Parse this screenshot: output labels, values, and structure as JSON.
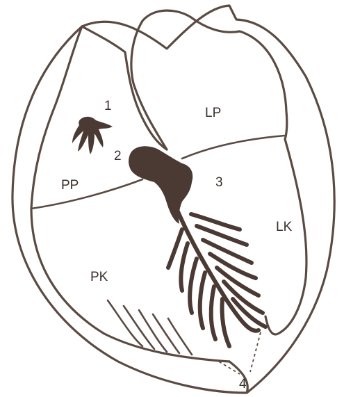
{
  "labels": {
    "n1": "1",
    "n2": "2",
    "n3": "3",
    "n4": "4",
    "pp": "PP",
    "lp": "LP",
    "pk": "PK",
    "lk": "LK"
  },
  "colors": {
    "outline": "#5a4a42",
    "conduction_tissue": "#4a3a33"
  }
}
